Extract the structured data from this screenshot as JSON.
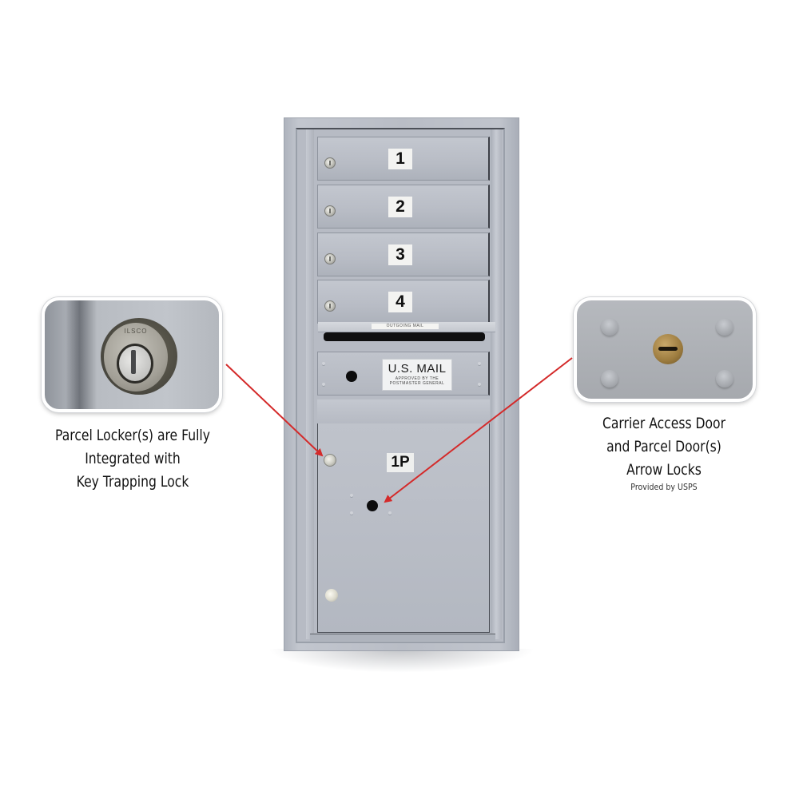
{
  "product": {
    "description": "4-door horizontal mailbox unit with one parcel locker",
    "frame_color": "#b9bdc6",
    "tenant_doors": [
      {
        "label": "1"
      },
      {
        "label": "2"
      },
      {
        "label": "3"
      },
      {
        "label": "4"
      }
    ],
    "outgoing_mail_label": "OUTGOING MAIL",
    "carrier_door": {
      "plate_title": "U.S. MAIL",
      "plate_subtitle_line1": "APPROVED BY THE",
      "plate_subtitle_line2": "POSTMASTER GENERAL"
    },
    "parcel_locker": {
      "label": "1P"
    }
  },
  "callouts": {
    "left": {
      "icon": "key-trapping-lock-closeup",
      "lock_brand": "ILSCO",
      "caption_lines": [
        "Parcel Locker(s) are Fully",
        "Integrated with",
        "Key Trapping Lock"
      ]
    },
    "right": {
      "icon": "arrow-lock-closeup",
      "caption_lines": [
        "Carrier Access Door",
        "and Parcel Door(s)",
        "Arrow Locks"
      ],
      "caption_sub": "Provided by USPS"
    }
  },
  "colors": {
    "arrow": "#d42a2a",
    "background": "#ffffff",
    "caption_text": "#111111"
  }
}
